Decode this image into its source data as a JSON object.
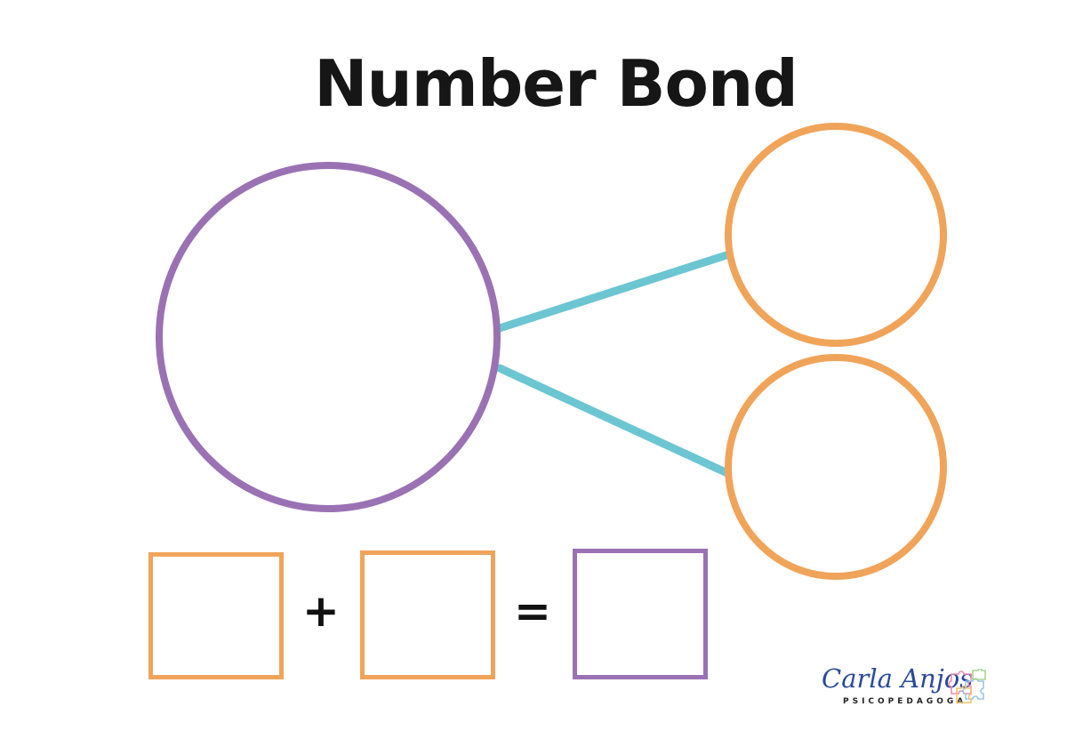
{
  "title": "Number Bond",
  "equation": {
    "plus": "+",
    "equals": "="
  },
  "logo": {
    "name": "Carla Anjos",
    "subtitle": "PSICOPEDAGOGA"
  },
  "colors": {
    "whole": "#9a72b4",
    "part": "#f0a45a",
    "connector": "#6cc6d2",
    "title": "#161616"
  },
  "icons": {
    "logo_graphic": "puzzle-pieces-icon"
  }
}
